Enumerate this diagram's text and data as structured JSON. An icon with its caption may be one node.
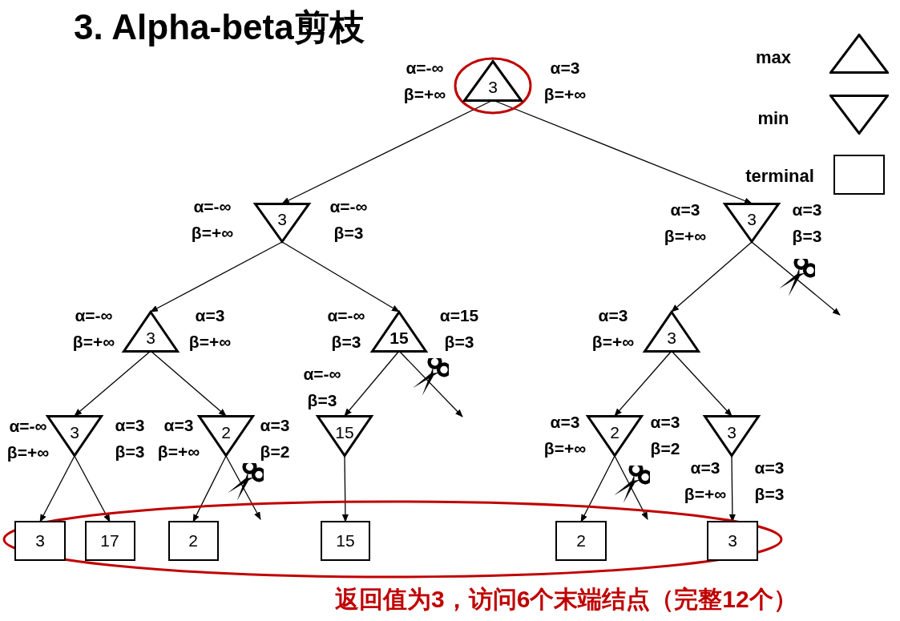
{
  "diagram": {
    "title": "3. Alpha-beta剪枝",
    "nodes": [
      {
        "text": [
          "3"
        ],
        "beside": [
          "α=-∞ β=+∞",
          "α=3 β=+∞"
        ]
      },
      {
        "text": [
          "3"
        ],
        "beside": [
          "α=-∞ β=+∞",
          "α=-∞ β=3"
        ]
      },
      {
        "text": [
          "3"
        ],
        "beside": [
          "α=3 β=+∞",
          "α=3 β=3"
        ]
      },
      {
        "text": [
          "3"
        ],
        "beside": [
          "α=-∞ β=+∞",
          "α=3 β=+∞"
        ]
      },
      {
        "text": [
          "15"
        ],
        "beside": [
          "α=-∞ β=3",
          "α=15 β=3"
        ]
      },
      {
        "text": [
          "3"
        ],
        "beside": [
          "α=3 β=+∞"
        ]
      },
      {
        "text": [
          "3"
        ],
        "beside": [
          "α=-∞ β=+∞",
          "α=3 β=3"
        ]
      },
      {
        "text": [
          "2"
        ],
        "beside": [
          "α=3 β=+∞",
          "α=3 β=2"
        ]
      },
      {
        "text": [
          "15"
        ],
        "beside": [
          "α=-∞ β=3"
        ]
      },
      {
        "text": [
          "2"
        ],
        "beside": [
          "α=3 β=+∞",
          "α=3 β=2"
        ]
      },
      {
        "text": [
          "3"
        ],
        "beside": [
          "α=3 β=+∞",
          "α=3 β=3"
        ]
      },
      {
        "text": [
          "3"
        ]
      },
      {
        "text": [
          "17"
        ]
      },
      {
        "text": [
          "2"
        ]
      },
      {
        "text": [
          "15"
        ]
      },
      {
        "text": [
          "2"
        ]
      },
      {
        "text": [
          "3"
        ]
      }
    ],
    "edges": [
      {
        "from": 0,
        "to": 1,
        "arrow": "to"
      },
      {
        "from": 0,
        "to": 2,
        "arrow": "to"
      },
      {
        "from": 1,
        "to": 3,
        "arrow": "to"
      },
      {
        "from": 1,
        "to": 4,
        "arrow": "to"
      },
      {
        "from": 3,
        "to": 6,
        "arrow": "to"
      },
      {
        "from": 3,
        "to": 7,
        "arrow": "to"
      },
      {
        "from": 6,
        "to": 11,
        "arrow": "to"
      },
      {
        "from": 6,
        "to": 12,
        "arrow": "to"
      },
      {
        "from": 7,
        "to": 13,
        "arrow": "to"
      },
      {
        "from": 7,
        "to": null,
        "arrow": "to"
      },
      {
        "from": 4,
        "to": 8,
        "arrow": "to"
      },
      {
        "from": 4,
        "to": null,
        "arrow": "to"
      },
      {
        "from": 8,
        "to": 14,
        "arrow": "to"
      },
      {
        "from": 2,
        "to": 5,
        "arrow": "to"
      },
      {
        "from": 2,
        "to": null,
        "arrow": "to"
      },
      {
        "from": 5,
        "to": 9,
        "arrow": "to"
      },
      {
        "from": 5,
        "to": 10,
        "arrow": "to"
      },
      {
        "from": 9,
        "to": 15,
        "arrow": "to"
      },
      {
        "from": 9,
        "to": null,
        "arrow": "to"
      },
      {
        "from": 10,
        "to": 16,
        "arrow": "to"
      }
    ],
    "labels": [
      "返回值为3，访问6个末端结点（完整12个）"
    ],
    "legend": [
      {
        "text": "max"
      },
      {
        "text": "min"
      },
      {
        "text": "terminal"
      }
    ]
  }
}
